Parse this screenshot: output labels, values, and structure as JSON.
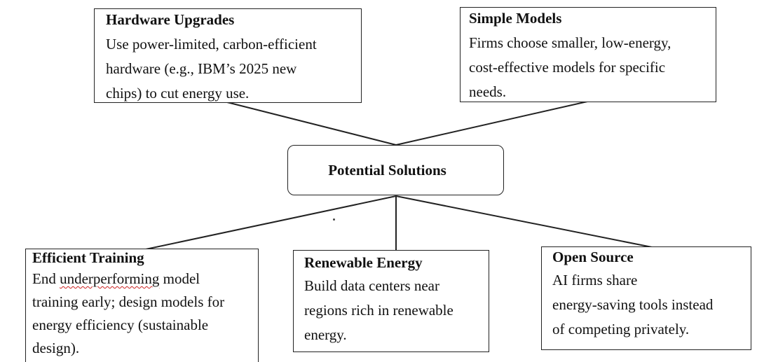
{
  "center": {
    "label": "Potential Solutions"
  },
  "nodes": {
    "hardware": {
      "title": "Hardware Upgrades",
      "lines": [
        "Use power-limited, carbon-efficient",
        "hardware (e.g., IBM’s 2025 new",
        "chips) to cut energy use."
      ]
    },
    "simple": {
      "title": "Simple Models",
      "lines": [
        "Firms choose smaller, low-energy,",
        "cost-effective models for specific",
        "needs."
      ]
    },
    "efficient": {
      "title": "Efficient Training",
      "line1_pre": "End",
      "line1_wavy": "underperforming",
      "line1_post": "model",
      "lines": [
        "training early; design models for",
        "energy efficiency (sustainable",
        "design)."
      ]
    },
    "renewable": {
      "title": "Renewable Energy",
      "lines": [
        "Build data centers near",
        "regions rich in renewable",
        "energy."
      ]
    },
    "open": {
      "title": "Open Source",
      "lines": [
        "AI firms share",
        "energy-saving tools instead",
        "of competing privately."
      ]
    }
  },
  "colors": {
    "line": "#222222",
    "text": "#111111",
    "spellcheck": "#cc2222"
  }
}
